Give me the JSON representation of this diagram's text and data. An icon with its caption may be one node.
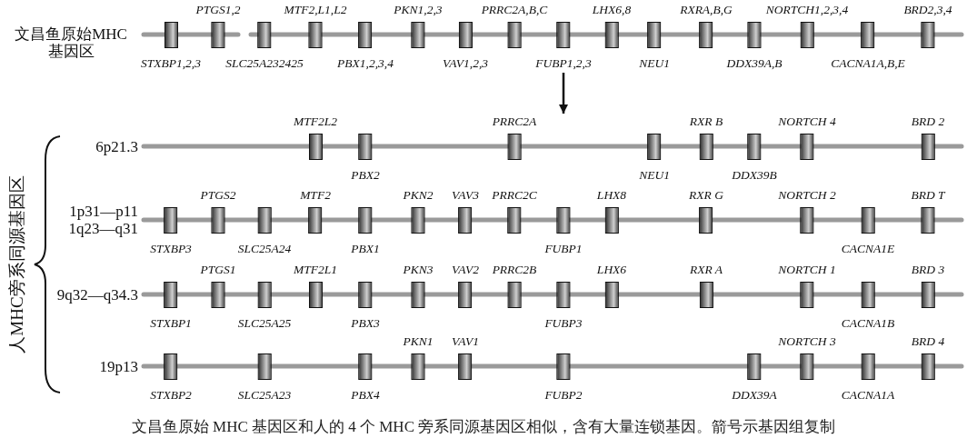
{
  "diagram": {
    "caption": "文昌鱼原始 MHC 基因区和人的 4 个 MHC 旁系同源基因区相似，含有大量连锁基因。箭号示基因组复制",
    "nodes": [
      {
        "text": [
          "文昌鱼原始MHC基因区"
        ]
      },
      {
        "text": [
          "STXBP1,2,3"
        ],
        "in": 0
      },
      {
        "text": [
          "PTGS1,2"
        ],
        "in": 0
      },
      {
        "text": [
          "SLC25A232425"
        ],
        "in": 0
      },
      {
        "text": [
          "MTF2,L1,L2"
        ],
        "in": 0
      },
      {
        "text": [
          "PBX1,2,3,4"
        ],
        "in": 0
      },
      {
        "text": [
          "PKN1,2,3"
        ],
        "in": 0
      },
      {
        "text": [
          "VAV1,2,3"
        ],
        "in": 0
      },
      {
        "text": [
          "PRRC2A,B,C"
        ],
        "in": 0
      },
      {
        "text": [
          "FUBP1,2,3"
        ],
        "in": 0
      },
      {
        "text": [
          "LHX6,8"
        ],
        "in": 0
      },
      {
        "text": [
          "NEU1"
        ],
        "in": 0
      },
      {
        "text": [
          "RXRA,B,G"
        ],
        "in": 0
      },
      {
        "text": [
          "DDX39A,B"
        ],
        "in": 0
      },
      {
        "text": [
          "NORTCH1,2,3,4"
        ],
        "in": 0
      },
      {
        "text": [
          "CACNA1A,B,E"
        ],
        "in": 0
      },
      {
        "text": [
          "BRD2,3,4"
        ],
        "in": 0
      },
      {
        "text": [
          "6p21.3"
        ]
      },
      {
        "text": [
          "MTF2L2"
        ],
        "in": 17
      },
      {
        "text": [
          "PBX2"
        ],
        "in": 17
      },
      {
        "text": [
          "PRRC2A"
        ],
        "in": 17
      },
      {
        "text": [
          "NEU1"
        ],
        "in": 17
      },
      {
        "text": [
          "RXR B"
        ],
        "in": 17
      },
      {
        "text": [
          "DDX39B"
        ],
        "in": 17
      },
      {
        "text": [
          "NORTCH 4"
        ],
        "in": 17
      },
      {
        "text": [
          "BRD 2"
        ],
        "in": 17
      },
      {
        "text": [
          "1p31—p11 1q23—q31"
        ]
      },
      {
        "text": [
          "STXBP3"
        ],
        "in": 26
      },
      {
        "text": [
          "PTGS2"
        ],
        "in": 26
      },
      {
        "text": [
          "SLC25A24"
        ],
        "in": 26
      },
      {
        "text": [
          "MTF2"
        ],
        "in": 26
      },
      {
        "text": [
          "PBX1"
        ],
        "in": 26
      },
      {
        "text": [
          "PKN2"
        ],
        "in": 26
      },
      {
        "text": [
          "VAV3"
        ],
        "in": 26
      },
      {
        "text": [
          "PRRC2C"
        ],
        "in": 26
      },
      {
        "text": [
          "FUBP1"
        ],
        "in": 26
      },
      {
        "text": [
          "LHX8"
        ],
        "in": 26
      },
      {
        "text": [
          "RXR G"
        ],
        "in": 26
      },
      {
        "text": [
          "NORTCH 2"
        ],
        "in": 26
      },
      {
        "text": [
          "CACNA1E"
        ],
        "in": 26
      },
      {
        "text": [
          "BRD T"
        ],
        "in": 26
      },
      {
        "text": [
          "9q32—q34.3"
        ]
      },
      {
        "text": [
          "STXBP1"
        ],
        "in": 41
      },
      {
        "text": [
          "PTGS1"
        ],
        "in": 41
      },
      {
        "text": [
          "SLC25A25"
        ],
        "in": 41
      },
      {
        "text": [
          "MTF2L1"
        ],
        "in": 41
      },
      {
        "text": [
          "PBX3"
        ],
        "in": 41
      },
      {
        "text": [
          "PKN3"
        ],
        "in": 41
      },
      {
        "text": [
          "VAV2"
        ],
        "in": 41
      },
      {
        "text": [
          "PRRC2B"
        ],
        "in": 41
      },
      {
        "text": [
          "FUBP3"
        ],
        "in": 41
      },
      {
        "text": [
          "LHX6"
        ],
        "in": 41
      },
      {
        "text": [
          "RXR A"
        ],
        "in": 41
      },
      {
        "text": [
          "NORTCH 1"
        ],
        "in": 41
      },
      {
        "text": [
          "CACNA1B"
        ],
        "in": 41
      },
      {
        "text": [
          "BRD 3"
        ],
        "in": 41
      },
      {
        "text": [
          "19p13"
        ]
      },
      {
        "text": [
          "STXBP2"
        ],
        "in": 56
      },
      {
        "text": [
          "SLC25A23"
        ],
        "in": 56
      },
      {
        "text": [
          "PBX4"
        ],
        "in": 56
      },
      {
        "text": [
          "PKN1"
        ],
        "in": 56
      },
      {
        "text": [
          "VAV1"
        ],
        "in": 56
      },
      {
        "text": [
          "FUBP2"
        ],
        "in": 56
      },
      {
        "text": [
          "DDX39A"
        ],
        "in": 56
      },
      {
        "text": [
          "NORTCH 3"
        ],
        "in": 56
      },
      {
        "text": [
          "CACNA1A"
        ],
        "in": 56
      },
      {
        "text": [
          "BRD 4"
        ],
        "in": 56
      }
    ],
    "edges": [
      {
        "from": 0,
        "to": 17,
        "arrow": "to"
      }
    ],
    "labels": [
      "人MHC旁系同源基因区"
    ]
  }
}
